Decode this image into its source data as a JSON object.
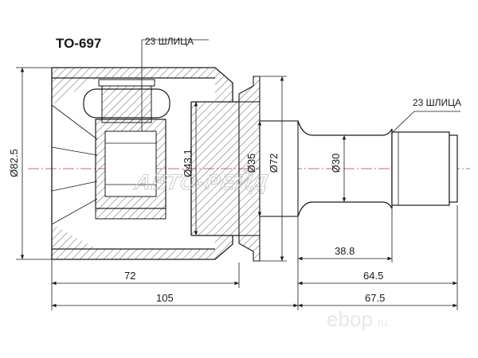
{
  "title": "TO-697",
  "notes": {
    "spline_inner": "23 ШЛИЦА",
    "spline_outer": "23 ШЛИЦА"
  },
  "dimensions": {
    "d_outer": "Ø82.5",
    "d_inner": "Ø43.1",
    "d_neck": "Ø35",
    "d_flange": "Ø72",
    "d_shaft": "Ø30",
    "len_38_8": "38.8",
    "len_72": "72",
    "len_64_5": "64.5",
    "len_105": "105",
    "len_67_5": "67.5"
  },
  "watermark": "АВТО-РЕЙД",
  "logo": {
    "name": "ebop",
    "domain": ".ru"
  },
  "colors": {
    "line": "#1a1a1a",
    "centerline": "#e06060",
    "watermark": "#c9c9c9",
    "logo": "#e8e8e8"
  }
}
